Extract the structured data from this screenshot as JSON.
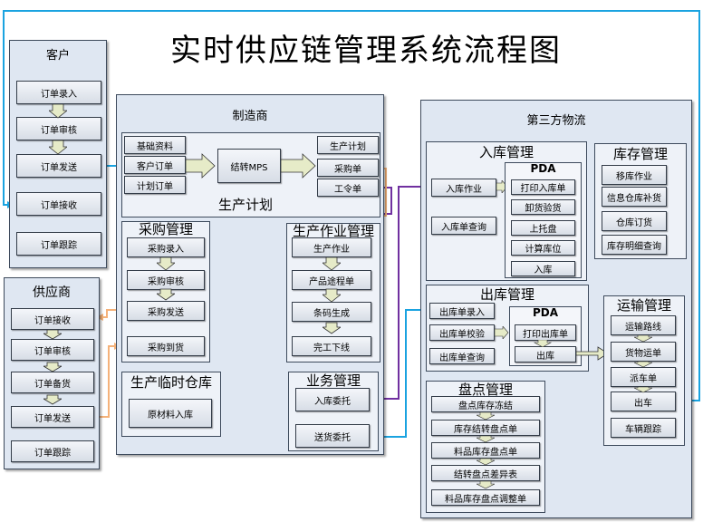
{
  "title": "实时供应链管理系统流程图",
  "customer": {
    "title": "客户",
    "items": [
      "订单录入",
      "订单审核",
      "订单发送",
      "订单接收",
      "订单跟踪"
    ]
  },
  "supplier": {
    "title": "供应商",
    "items": [
      "订单接收",
      "订单审核",
      "订单备货",
      "订单发送",
      "订单跟踪"
    ]
  },
  "manufacturer": {
    "title": "制造商",
    "planning": {
      "title": "生产计划",
      "inputs": [
        "基础资料",
        "客户订单",
        "计划订单"
      ],
      "center": "结转MPS",
      "outputs": [
        "生产计划",
        "采购单",
        "工令单"
      ]
    },
    "purchase": {
      "title": "采购管理",
      "items": [
        "采购录入",
        "采购审核",
        "采购发送",
        "采购到货"
      ]
    },
    "warehouse": {
      "title": "生产临时仓库",
      "item": "原材料入库"
    },
    "production": {
      "title": "生产作业管理",
      "items": [
        "生产作业",
        "产品途程单",
        "条码生成",
        "完工下线"
      ]
    },
    "business": {
      "title": "业务管理",
      "items": [
        "入库委托",
        "送货委托"
      ]
    }
  },
  "logistics": {
    "title": "第三方物流",
    "inbound": {
      "title": "入库管理",
      "items": [
        "入库作业",
        "入库单查询"
      ],
      "pda_title": "PDA",
      "pda_items": [
        "打印入库单",
        "卸货验货",
        "上托盘",
        "计算库位",
        "入库"
      ]
    },
    "inventory": {
      "title": "库存管理",
      "items": [
        "移库作业",
        "信息仓库补货",
        "仓库订货",
        "库存明细查询"
      ]
    },
    "outbound": {
      "title": "出库管理",
      "items": [
        "出库单录入",
        "出库单校验",
        "出库单查询"
      ],
      "pda_title": "PDA",
      "pda_items": [
        "打印出库单",
        "出库"
      ]
    },
    "stocktake": {
      "title": "盘点管理",
      "items": [
        "盘点库存冻结",
        "库存结转盘点单",
        "料品库存盘点单",
        "结转盘点差异表",
        "料品库存盘点调整单"
      ]
    },
    "transport": {
      "title": "运输管理",
      "items": [
        "运输路线",
        "货物运单",
        "派车单",
        "出车",
        "车辆跟踪"
      ]
    }
  },
  "colors": {
    "panel_bg": "#dfe7f2",
    "blue_arrow": "#1aa3e0",
    "orange_arrow": "#f5b27a",
    "purple_arrow": "#7030a0",
    "flow_arrow": "#e6ebc8"
  }
}
